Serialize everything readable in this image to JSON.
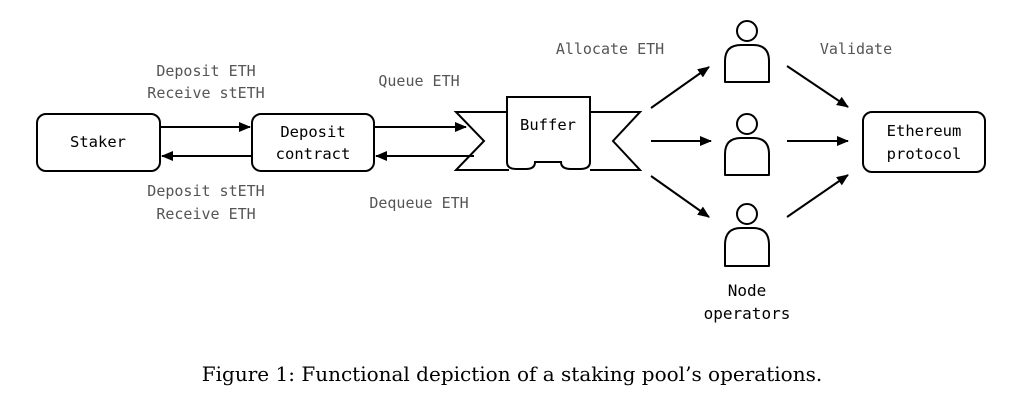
{
  "nodes": {
    "staker": "Staker",
    "deposit_contract": [
      "Deposit",
      "contract"
    ],
    "buffer": "Buffer",
    "ethereum_protocol": [
      "Ethereum",
      "protocol"
    ],
    "node_operators": [
      "Node",
      "operators"
    ]
  },
  "edges": {
    "staker_to_contract": [
      "Deposit ETH",
      "Receive stETH"
    ],
    "contract_to_staker": [
      "Deposit stETH",
      "Receive ETH"
    ],
    "contract_to_buffer": "Queue ETH",
    "buffer_to_contract": "Dequeue ETH",
    "buffer_to_operators": "Allocate ETH",
    "operators_to_protocol": "Validate"
  },
  "caption": "Figure 1: Functional depiction of a staking pool’s operations.",
  "colors": {
    "stroke": "#000000",
    "edge_label": "#555555"
  }
}
